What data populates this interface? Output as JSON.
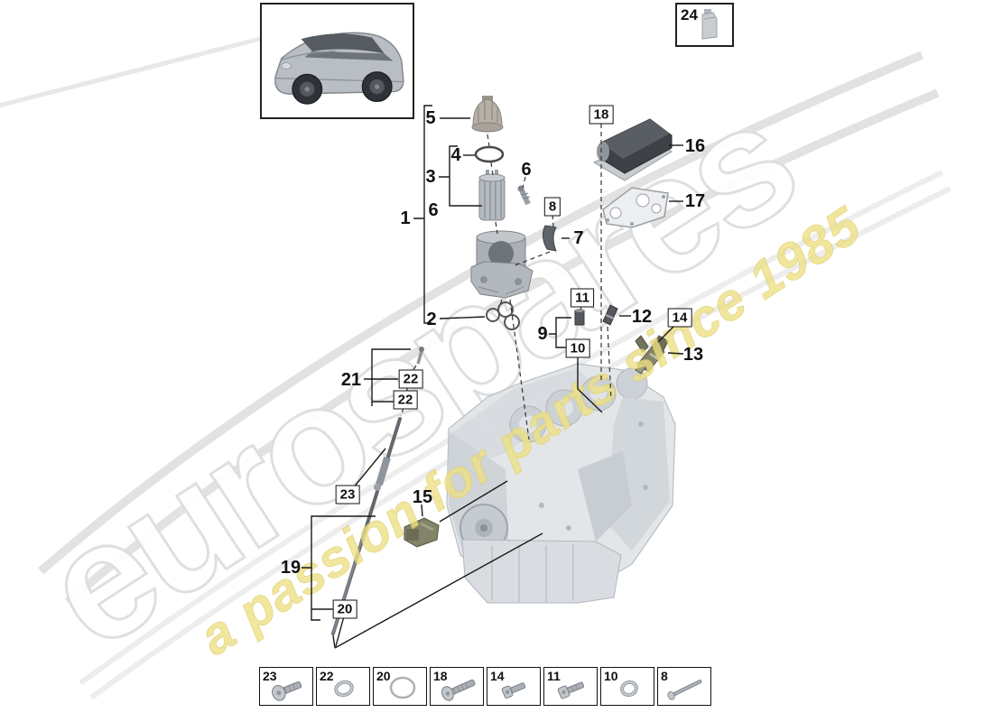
{
  "watermark": {
    "brand": "eurospares",
    "tagline": "a passion for parts since 1985",
    "brand_color": "#ececec",
    "tagline_color": "#ede086"
  },
  "vehicle_thumbnail": {
    "description": "Porsche Cayenne SUV three-quarter view"
  },
  "oil_bottle_box": {
    "label": "24"
  },
  "callouts": [
    {
      "label": "1",
      "boxed": false
    },
    {
      "label": "2",
      "boxed": false
    },
    {
      "label": "3",
      "boxed": false
    },
    {
      "label": "4",
      "boxed": false
    },
    {
      "label": "5",
      "boxed": false
    },
    {
      "label": "6",
      "boxed": false
    },
    {
      "label": "6",
      "boxed": false
    },
    {
      "label": "7",
      "boxed": false
    },
    {
      "label": "8",
      "boxed": true
    },
    {
      "label": "9",
      "boxed": false
    },
    {
      "label": "10",
      "boxed": true
    },
    {
      "label": "11",
      "boxed": true
    },
    {
      "label": "12",
      "boxed": false
    },
    {
      "label": "13",
      "boxed": false
    },
    {
      "label": "14",
      "boxed": true
    },
    {
      "label": "15",
      "boxed": false
    },
    {
      "label": "16",
      "boxed": false
    },
    {
      "label": "17",
      "boxed": false
    },
    {
      "label": "18",
      "boxed": true
    },
    {
      "label": "19",
      "boxed": false
    },
    {
      "label": "20",
      "boxed": true
    },
    {
      "label": "21",
      "boxed": false
    },
    {
      "label": "22",
      "boxed": true
    },
    {
      "label": "22",
      "boxed": true
    },
    {
      "label": "23",
      "boxed": true
    }
  ],
  "legend": {
    "cells": [
      {
        "label": "23",
        "icon": "pan-head-screw-icon"
      },
      {
        "label": "22",
        "icon": "seal-ring-icon"
      },
      {
        "label": "20",
        "icon": "o-ring-icon"
      },
      {
        "label": "18",
        "icon": "pan-head-screw-long-icon"
      },
      {
        "label": "14",
        "icon": "socket-head-screw-icon"
      },
      {
        "label": "11",
        "icon": "socket-head-screw-icon"
      },
      {
        "label": "10",
        "icon": "seal-ring-icon"
      },
      {
        "label": "8",
        "icon": "stud-bolt-icon"
      }
    ]
  },
  "colors": {
    "line": "#1a1a1a",
    "part_gray": "#b5bac0",
    "engine_gray": "#e2e5e8",
    "highlight_olive": "#83836a",
    "cooler_dark": "#3e4247"
  }
}
